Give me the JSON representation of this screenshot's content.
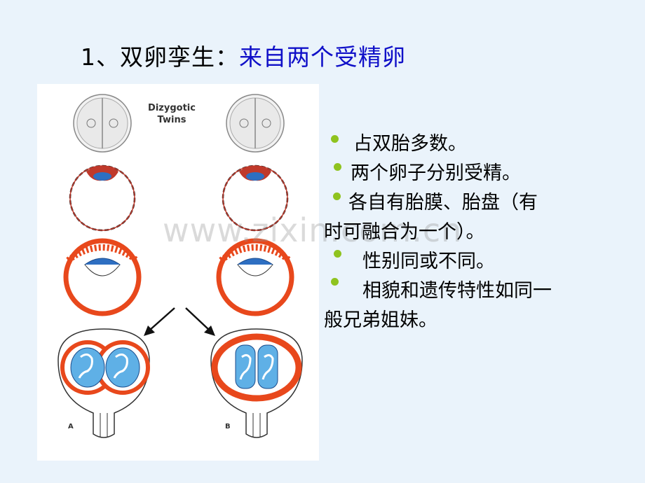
{
  "title": {
    "prefix": "1、双卵孪生：",
    "highlight": "来自两个受精卵"
  },
  "figure": {
    "caption_line1": "Dizygotic",
    "caption_line2": "Twins",
    "label_a": "A",
    "label_b": "B"
  },
  "watermark": "www.zixin.com.cn",
  "bullets": [
    "占双胎多数。",
    "两个卵子分别受精。",
    "各自有胎膜、胎盘（有",
    "时可融合为一个）。",
    "性别同或不同。",
    "相貌和遗传特性如同一",
    "般兄弟姐妹。"
  ],
  "colors": {
    "bullet": "#8fc31f",
    "title_highlight": "#1010c8",
    "background": "#eaf3fb"
  }
}
